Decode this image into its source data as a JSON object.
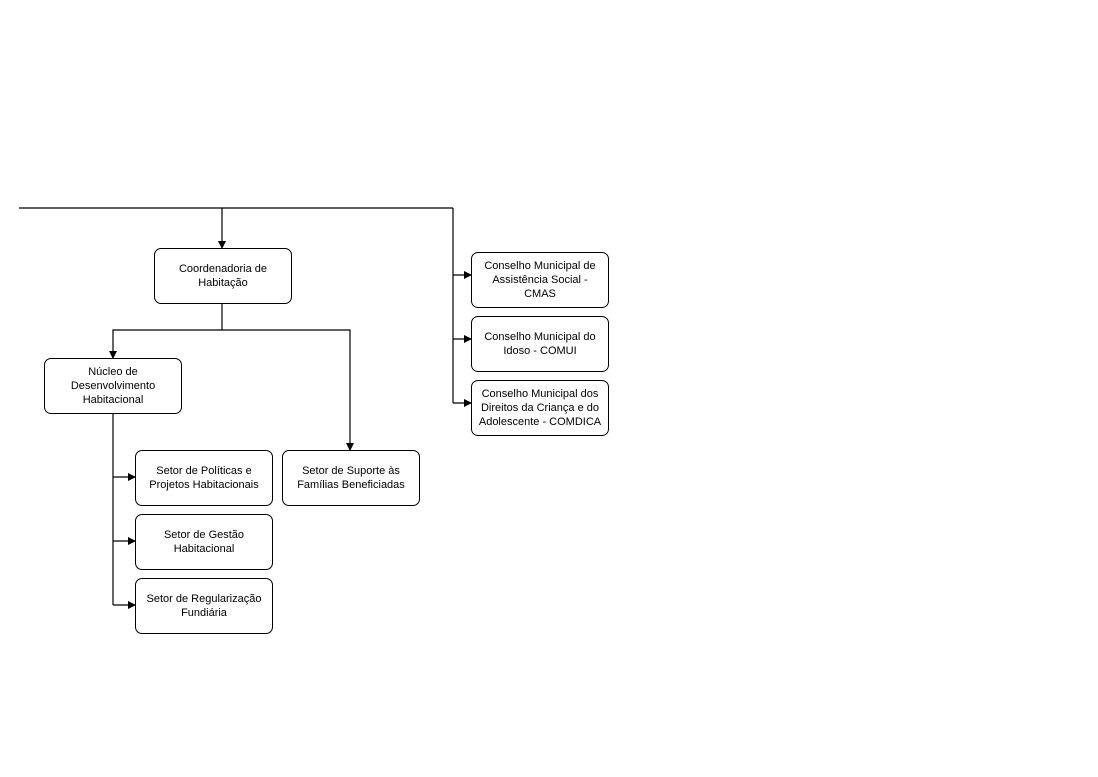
{
  "diagram": {
    "nodes": {
      "coordenadoria": "Coordenadoria de\nHabitação",
      "nucleo": "Núcleo de\nDesenvolvimento\nHabitacional",
      "setor_politicas": "Setor de Políticas e\nProjetos Habitacionais",
      "setor_gestao": "Setor de Gestão\nHabitacional",
      "setor_regularizacao": "Setor de Regularização\nFundiária",
      "setor_suporte": "Setor de Suporte às\nFamílias Beneficiadas",
      "conselho_cmas": "Conselho Municipal de\nAssistência Social - CMAS",
      "conselho_comui": "Conselho Municipal do\nIdoso - COMUI",
      "conselho_comdica": "Conselho Municipal dos\nDireitos da Criança e do\nAdolescente - COMDICA"
    },
    "colors": {
      "stroke": "#000000",
      "fill": "#ffffff",
      "text": "#000000"
    }
  }
}
